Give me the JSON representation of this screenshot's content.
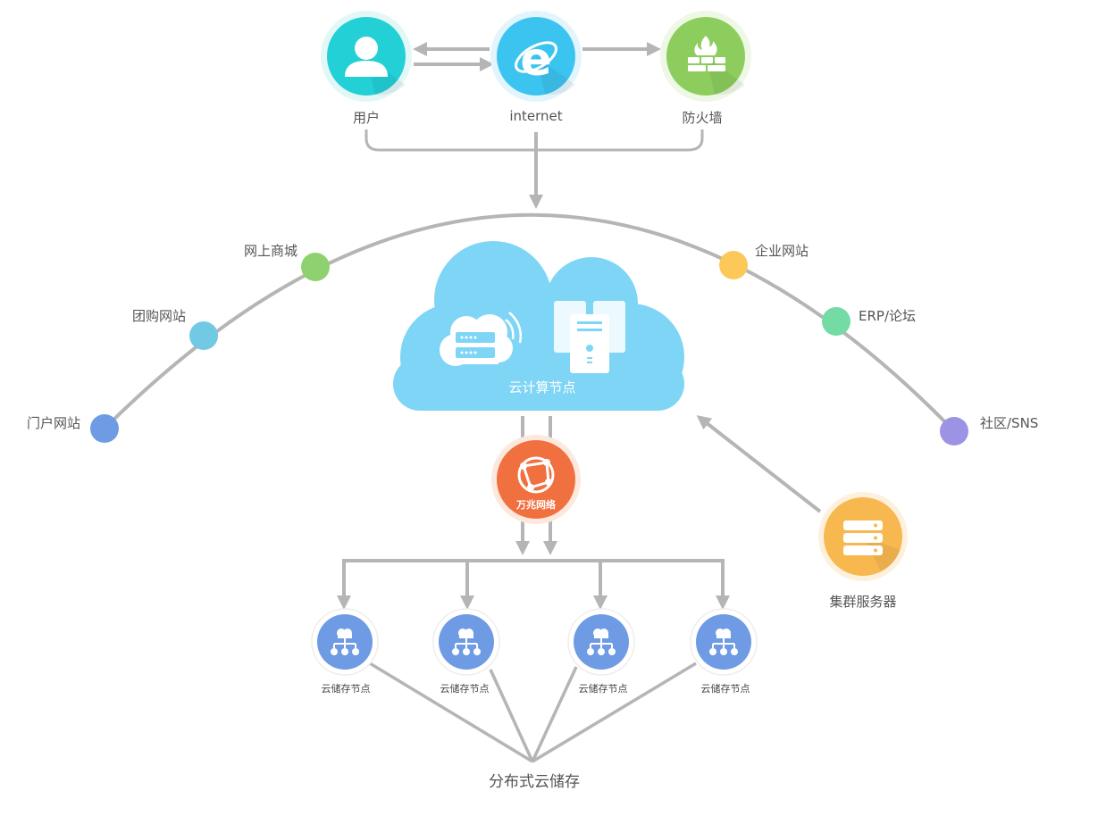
{
  "colors": {
    "line": "#b5b5b5",
    "user": "#22d0d6",
    "internet": "#3cc4f0",
    "firewall": "#8ccd5d",
    "cloud": "#7fd5f6",
    "network": "#f0703f",
    "cluster": "#f8b850",
    "storage": "#6e9be3",
    "dot_mall": "#8fd16e",
    "dot_group": "#71c9e4",
    "dot_portal": "#6e9be3",
    "dot_enterprise": "#fdc85a",
    "dot_erp": "#74dba5",
    "dot_sns": "#9c93e5"
  },
  "top": {
    "user_label": "用户",
    "internet_label": "internet",
    "firewall_label": "防火墙",
    "user_icon": "user-icon",
    "internet_icon": "internet-explorer-icon",
    "firewall_icon": "firewall-icon"
  },
  "arc_nodes": {
    "mall": "网上商城",
    "group": "团购网站",
    "portal": "门户网站",
    "enterprise": "企业网站",
    "erp": "ERP/论坛",
    "sns": "社区/SNS"
  },
  "cloud": {
    "label": "云计算节点",
    "icon": "cloud-server-icon"
  },
  "network": {
    "label": "万兆网络",
    "icon": "network-icon"
  },
  "cluster": {
    "label": "集群服务器",
    "icon": "server-rack-icon"
  },
  "storage": {
    "nodes": [
      "云储存节点",
      "云储存节点",
      "云储存节点",
      "云储存节点"
    ],
    "icon": "storage-hierarchy-icon",
    "title": "分布式云储存"
  }
}
